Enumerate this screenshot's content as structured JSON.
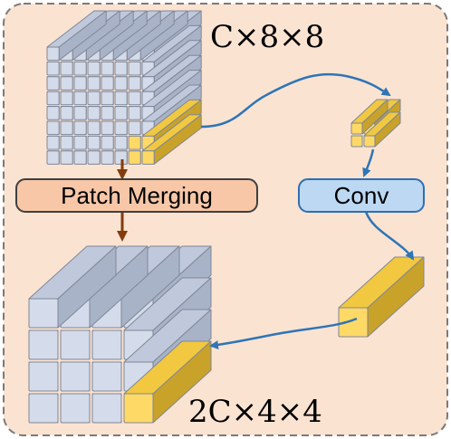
{
  "labels": {
    "top_dims": "C×8×8",
    "bottom_dims": "2C×4×4",
    "patch_merging": "Patch Merging",
    "conv": "Conv"
  },
  "colors": {
    "panel_bg": "#fbe3d2",
    "panel_border": "#7a7a7a",
    "cube_face": "#d4dbea",
    "cube_top": "#c0c9dc",
    "cube_side": "#a9b3c8",
    "cube_edge": "#7f8797",
    "highlight_face": "#ffd966",
    "highlight_top": "#f1c840",
    "highlight_side": "#c9a22a",
    "patch_merging_fill": "#f7c7a8",
    "patch_merging_border": "#3f3f3f",
    "conv_fill": "#bcd8f2",
    "conv_border": "#2f6fb0",
    "down_arrow": "#843c0c",
    "flow_arrow": "#2e75b6"
  }
}
